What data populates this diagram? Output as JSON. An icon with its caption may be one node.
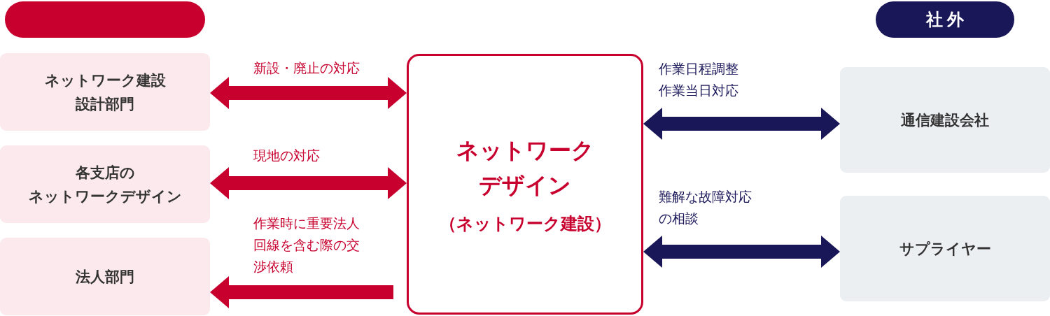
{
  "diagram": {
    "nodes": [
      {
        "text": [],
        "shape": "box"
      },
      {
        "text": [
          "社外"
        ]
      },
      {
        "text": [
          "ネットワーク建設設計部門"
        ]
      },
      {
        "text": [
          "各支店のネットワークデザイン"
        ]
      },
      {
        "text": [
          "法人部門"
        ]
      },
      {
        "text": [
          "ネットワークデザイン",
          "（ネットワーク建設）"
        ]
      },
      {
        "text": [
          "通信建設会社"
        ]
      },
      {
        "text": [
          "サプライヤー"
        ]
      }
    ],
    "edges": [
      {
        "from": 2,
        "to": 5,
        "arrow": "both",
        "label": "新設・廃止の対応"
      },
      {
        "from": 3,
        "to": 5,
        "arrow": "both",
        "label": "現地の対応"
      },
      {
        "from": 5,
        "to": 4,
        "arrow": "to",
        "label": "作業時に重要法人回線を含む際の交渉依頼"
      },
      {
        "from": 5,
        "to": 6,
        "arrow": "both",
        "label": "作業日程調整作業当日対応",
        "color": "#1a1759"
      },
      {
        "from": 5,
        "to": 7,
        "arrow": "both",
        "label": "難解な故障対応の相談",
        "color": "#1a1759"
      }
    ]
  }
}
